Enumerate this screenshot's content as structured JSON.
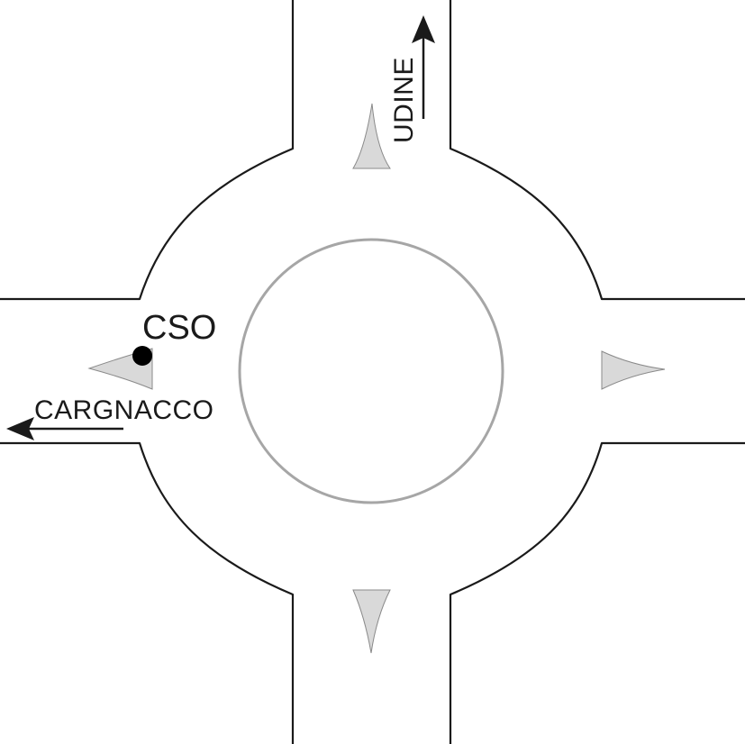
{
  "diagram": {
    "labels": {
      "north_exit": "UDINE",
      "west_exit": "CARGNACCO",
      "point_marker": "CSO"
    },
    "colors": {
      "road_edge": "#1a1a1a",
      "splitter_island": "#d9d9d9",
      "central_island_outline": "#a6a6a6",
      "marker": "#000000"
    },
    "icons": {
      "north_arrow": "arrow-up-icon",
      "west_arrow": "arrow-left-icon",
      "marker": "filled-circle-icon"
    }
  }
}
